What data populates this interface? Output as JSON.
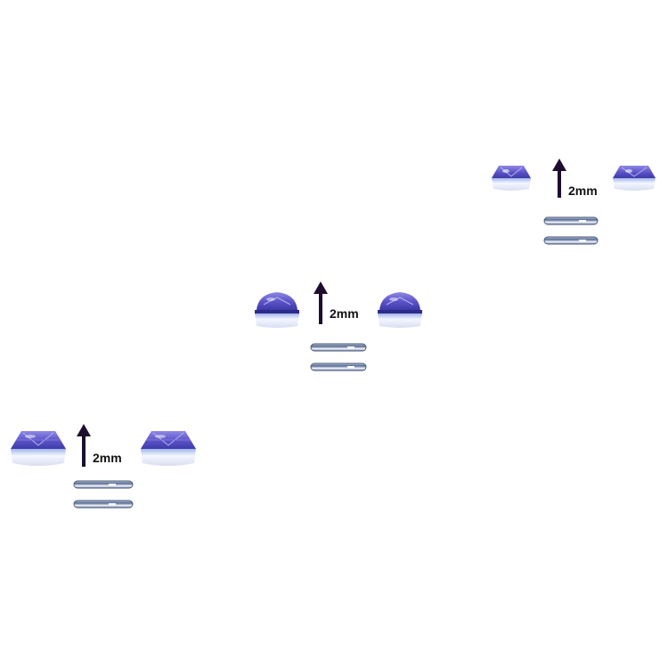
{
  "groups": [
    {
      "label": "2mm"
    },
    {
      "label": "2mm"
    },
    {
      "label": "2mm"
    }
  ],
  "colors": {
    "stone_top": "#5b55c8",
    "stone_facet": "#8f8ae6",
    "stone_base": "#e9ecf8",
    "ring": "#6a7b9c",
    "arrow": "#1e0d2e"
  }
}
